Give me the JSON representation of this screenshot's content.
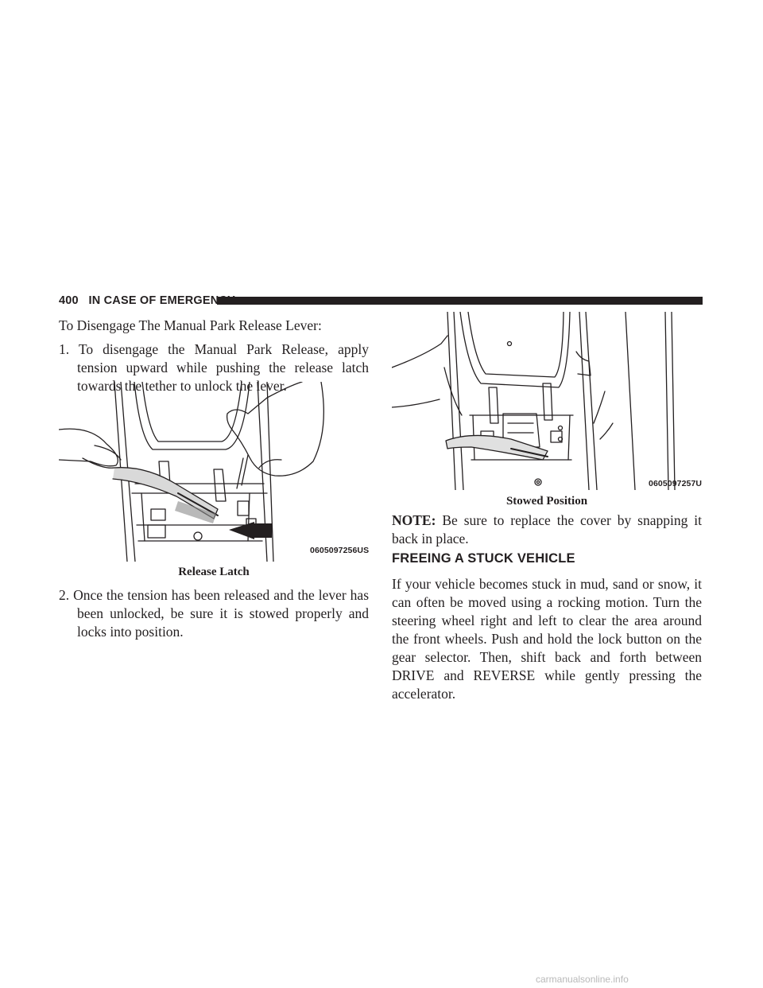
{
  "header": {
    "page_number": "400",
    "section": "IN CASE OF EMERGENCY"
  },
  "left": {
    "intro": "To Disengage The Manual Park Release Lever:",
    "step1": "1. To disengage the Manual Park Release, apply tension upward while pushing the release latch towards the tether to unlock the lever.",
    "figure1": {
      "id": "0605097256US",
      "caption": "Release Latch"
    },
    "step2": "2. Once the tension has been released and the lever has been unlocked, be sure it is stowed properly and locks into position."
  },
  "right": {
    "figure2": {
      "id": "0605097257US",
      "caption": "Stowed Position"
    },
    "note_label": "NOTE:",
    "note_text": "Be sure to replace the cover by snapping it back in place.",
    "heading": "FREEING A STUCK VEHICLE",
    "paragraph": "If your vehicle becomes stuck in mud, sand or snow, it can often be moved using a rocking motion. Turn the steering wheel right and left to clear the area around the front wheels. Push and hold the lock button on the gear selector. Then, shift back and forth between DRIVE and REVERSE while gently pressing the accelerator."
  },
  "watermark": "carmanualsonline.info"
}
